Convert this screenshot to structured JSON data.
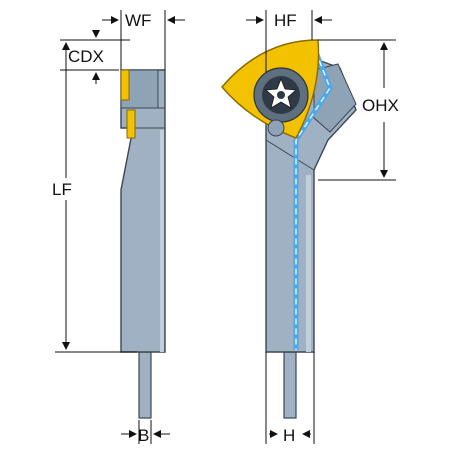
{
  "labels": {
    "wf": "WF",
    "cdx": "CDX",
    "lf": "LF",
    "b": "B",
    "hf": "HF",
    "ohx": "OHX",
    "h": "H"
  },
  "colors": {
    "body": "#9fb1c2",
    "body_dark": "#7f93a6",
    "body_light": "#c1cfdb",
    "outline": "#3a4754",
    "insert": "#f2c200",
    "insert_dark": "#c99a00",
    "coolant": "#4aa8e8",
    "line": "#222222"
  }
}
